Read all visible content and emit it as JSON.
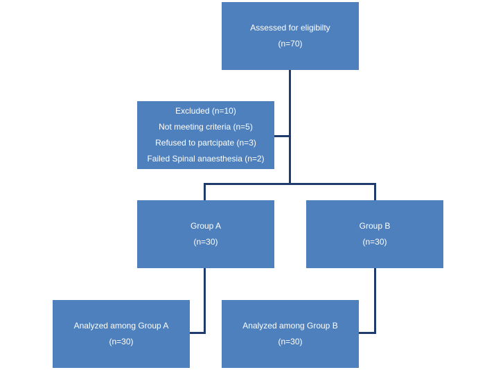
{
  "flowchart": {
    "assessed": {
      "label": "Assessed for eligibilty",
      "count": "(n=70)"
    },
    "excluded": {
      "lines": [
        "Excluded (n=10)",
        "Not meeting criteria (n=5)",
        "Refused to partcipate (n=3)",
        "Failed Spinal anaesthesia (n=2)"
      ]
    },
    "group_a": {
      "label": "Group A",
      "count": "(n=30)"
    },
    "group_b": {
      "label": "Group B",
      "count": "(n=30)"
    },
    "analyzed_a": {
      "label": "Analyzed among Group A",
      "count": "(n=30)"
    },
    "analyzed_b": {
      "label": "Analyzed among Group B",
      "count": "(n=30)"
    }
  },
  "colors": {
    "box_fill": "#4e80bd",
    "box_text": "#ffffff",
    "connector": "#1f3b6e"
  }
}
